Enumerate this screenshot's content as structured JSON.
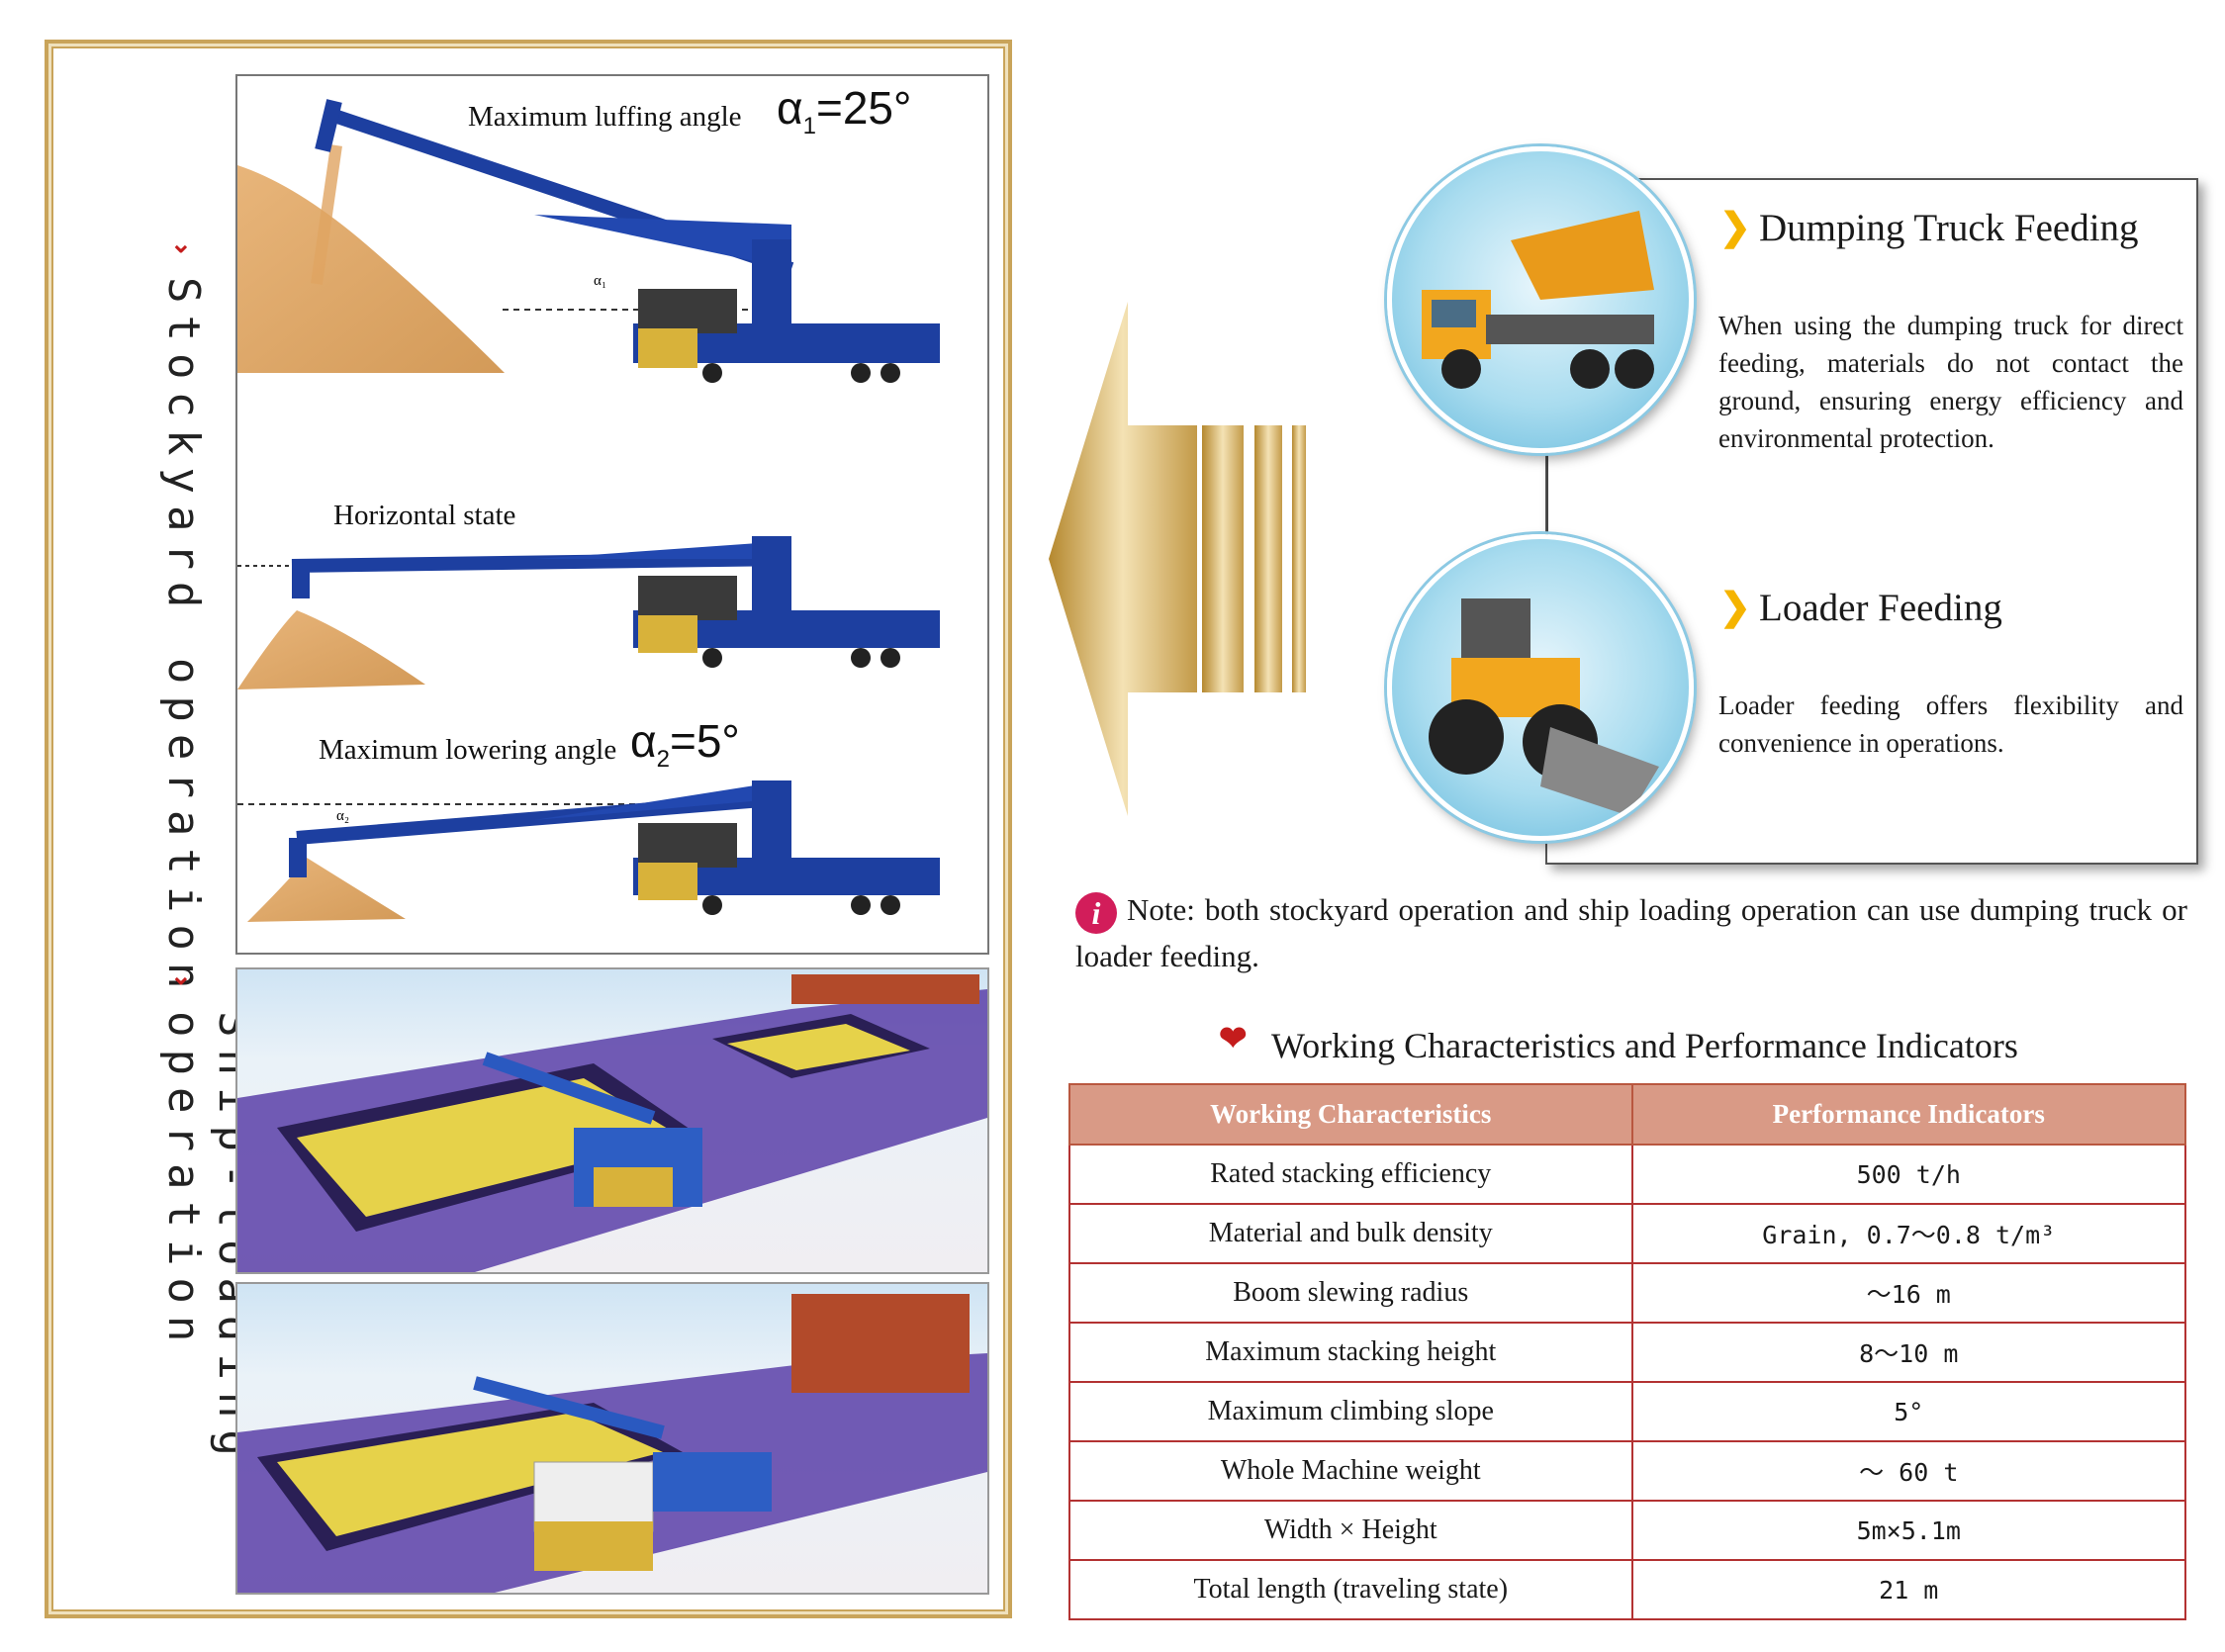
{
  "left": {
    "stockyard_label": "Stockyard operation",
    "ship_label": "Ship-loading operation",
    "luffing_caption": "Maximum luffing angle",
    "luffing_angle": "α",
    "luffing_sub": "1",
    "luffing_value": "=25°",
    "horizontal_caption": "Horizontal state",
    "lowering_caption": "Maximum lowering angle",
    "lowering_angle": "α",
    "lowering_sub": "2",
    "lowering_value": "=5°",
    "alpha1_mark": "α₁",
    "alpha2_mark": "α₂"
  },
  "feeding": {
    "truck_title": "Dumping Truck Feeding",
    "truck_text": "When using the dumping truck for direct feeding, materials do not contact the ground, ensuring energy efficiency and environmental protection.",
    "loader_title": "Loader Feeding",
    "loader_text": "Loader feeding offers flexibility and convenience in operations."
  },
  "note": {
    "icon": "i",
    "text": "Note:  both stockyard operation and ship loading operation can use dumping truck or loader feeding."
  },
  "table": {
    "title": "Working Characteristics and Performance Indicators",
    "headers": [
      "Working Characteristics",
      "Performance Indicators"
    ],
    "rows": [
      [
        "Rated stacking efficiency",
        "500 t/h"
      ],
      [
        "Material and bulk density",
        "Grain, 0.7～0.8 t/m³"
      ],
      [
        "Boom slewing radius",
        "～16 m"
      ],
      [
        "Maximum stacking height",
        "8～10 m"
      ],
      [
        "Maximum climbing slope",
        "5°"
      ],
      [
        "Whole Machine weight",
        "～ 60 t"
      ],
      [
        "Width × Height",
        "5m×5.1m"
      ],
      [
        "Total length (traveling state)",
        "21 m"
      ]
    ]
  },
  "colors": {
    "gold": "#c9a45a",
    "machine_blue": "#1d3fa0",
    "accent_red": "#c41c1c",
    "header_bg": "#d99a86"
  }
}
